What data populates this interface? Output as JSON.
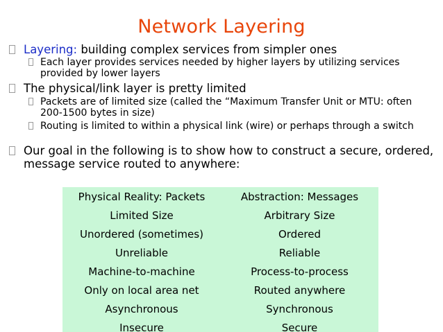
{
  "slide": {
    "title": "Network Layering",
    "bullets": [
      {
        "lead": "Layering:",
        "text": " building complex services from simpler ones",
        "sub": [
          "Each layer provides services needed by higher layers by utilizing services provided by lower layers"
        ]
      },
      {
        "text": "The physical/link layer is pretty limited",
        "sub": [
          "Packets are of limited size (called the “Maximum Transfer Unit or MTU: often 200-1500 bytes in size)",
          "Routing is limited to within a physical link (wire) or perhaps through a switch"
        ]
      },
      {
        "text": "Our goal in the following is to show how to construct a secure, ordered, message service routed to anywhere:"
      }
    ],
    "table": {
      "rows": [
        [
          "Physical Reality: Packets",
          "Abstraction: Messages"
        ],
        [
          "Limited Size",
          "Arbitrary Size"
        ],
        [
          "Unordered (sometimes)",
          "Ordered"
        ],
        [
          "Unreliable",
          "Reliable"
        ],
        [
          "Machine-to-machine",
          "Process-to-process"
        ],
        [
          "Only on local area net",
          "Routed anywhere"
        ],
        [
          "Asynchronous",
          "Synchronous"
        ],
        [
          "Insecure",
          "Secure"
        ]
      ]
    },
    "colors": {
      "title": "#e8450a",
      "accent": "#1a2cc7",
      "table_bg": "#c9f7d7"
    }
  }
}
